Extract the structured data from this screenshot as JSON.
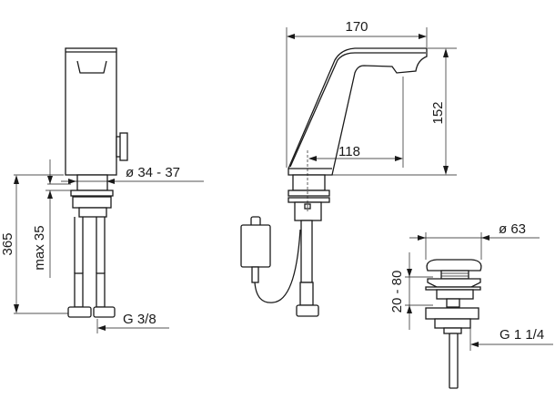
{
  "dimensions": {
    "total_height": "365",
    "max_deck_thickness": "max 35",
    "hole_diameter": "ø 34 - 37",
    "inlet_thread": "G 3/8",
    "spout_length": "170",
    "spout_height": "152",
    "spout_reach": "118",
    "waste_diameter": "ø 63",
    "waste_range": "20 - 80",
    "waste_thread": "G 1 1/4"
  }
}
